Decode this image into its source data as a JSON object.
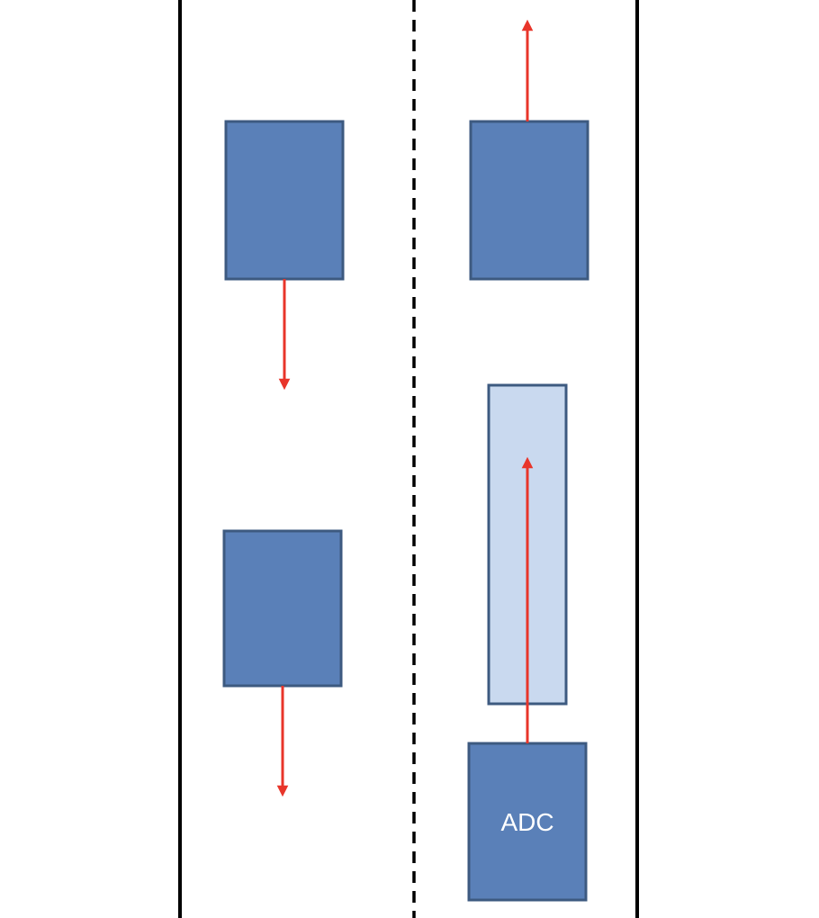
{
  "diagram": {
    "ego_vehicle": {
      "label": "ADC"
    },
    "colors": {
      "road_edge": "#000000",
      "lane_divider": "#000000",
      "vehicle_fill": "#5A80B8",
      "vehicle_stroke": "#3D5A80",
      "planned_path_fill": "#C9D9EF",
      "planned_path_stroke": "#3D5A80",
      "motion_arrow": "#E8352A"
    },
    "vehicles": [
      {
        "id": "left-upper-vehicle",
        "lane": "left",
        "heading": "down"
      },
      {
        "id": "left-lower-vehicle",
        "lane": "left",
        "heading": "down"
      },
      {
        "id": "right-front-vehicle",
        "lane": "right",
        "heading": "up"
      },
      {
        "id": "ego-vehicle",
        "lane": "right",
        "heading": "up"
      }
    ]
  }
}
